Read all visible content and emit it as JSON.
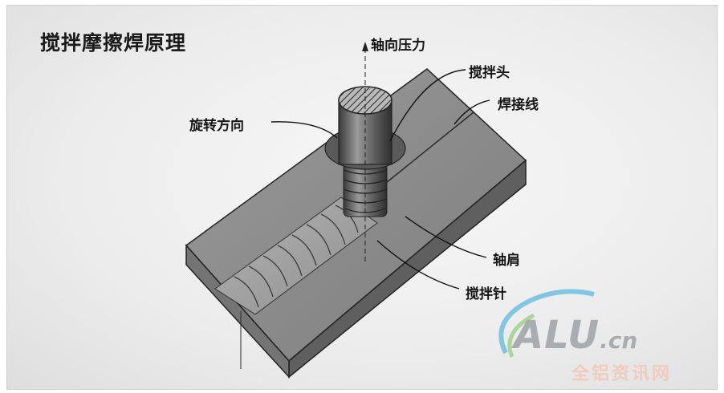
{
  "title": "搅拌摩擦焊原理",
  "labels": {
    "axial_pressure": "轴向压力",
    "stir_head": "搅拌头",
    "weld_line": "焊接线",
    "rotation_direction": "旋转方向",
    "shoulder": "轴肩",
    "stir_pin": "搅拌针"
  },
  "watermark": {
    "logo_main": "ALU",
    "logo_domain": ".cn",
    "logo_sub": "全铝资讯网"
  },
  "colors": {
    "plate_top": "#8a8a8a",
    "plate_front": "#5f5f5f",
    "plate_side": "#727272",
    "tool": "#6e6e6e",
    "logo_accent": "#2aa7d8"
  }
}
